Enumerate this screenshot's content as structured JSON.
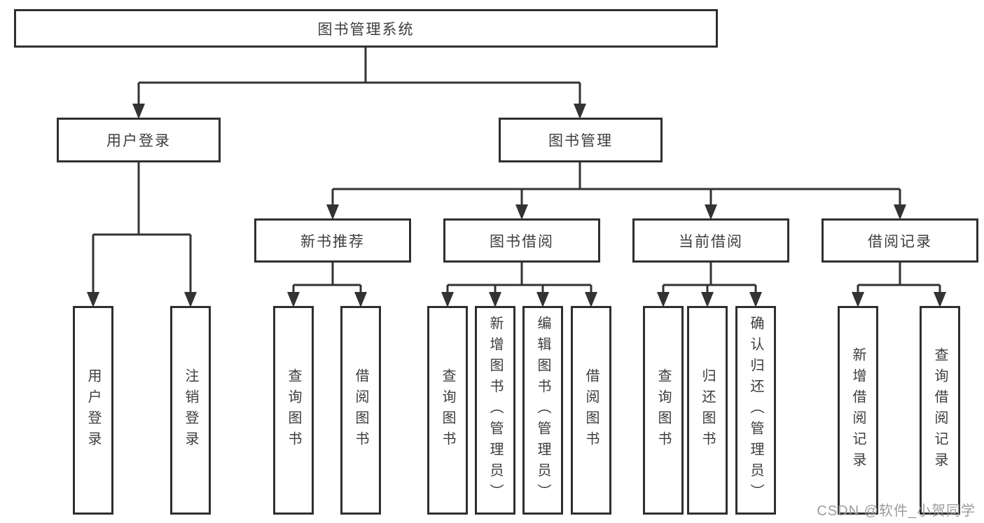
{
  "tree": {
    "root": {
      "label": "图书管理系统"
    },
    "level2": [
      {
        "label": "用户登录"
      },
      {
        "label": "图书管理"
      }
    ],
    "level3": [
      {
        "label": "新书推荐",
        "parent": "图书管理"
      },
      {
        "label": "图书借阅",
        "parent": "图书管理"
      },
      {
        "label": "当前借阅",
        "parent": "图书管理"
      },
      {
        "label": "借阅记录",
        "parent": "图书管理"
      }
    ],
    "leaves": [
      {
        "label": "用户登录",
        "parent": "用户登录"
      },
      {
        "label": "注销登录",
        "parent": "用户登录"
      },
      {
        "label": "查询图书",
        "parent": "新书推荐"
      },
      {
        "label": "借阅图书",
        "parent": "新书推荐"
      },
      {
        "label": "查询图书",
        "parent": "图书借阅"
      },
      {
        "label": "新增图书（管理员）",
        "parent": "图书借阅"
      },
      {
        "label": "编辑图书（管理员）",
        "parent": "图书借阅"
      },
      {
        "label": "借阅图书",
        "parent": "图书借阅"
      },
      {
        "label": "查询图书",
        "parent": "当前借阅"
      },
      {
        "label": "归还图书",
        "parent": "当前借阅"
      },
      {
        "label": "确认归还（管理员）",
        "parent": "当前借阅"
      },
      {
        "label": "新增借阅记录",
        "parent": "借阅记录"
      },
      {
        "label": "查询借阅记录",
        "parent": "借阅记录"
      }
    ]
  },
  "watermark": {
    "text": "CSDN @软件_小贺同学"
  },
  "colors": {
    "line": "#333333",
    "box_border": "#2f2f2f",
    "box_fill": "#ffffff",
    "text": "#3d3d3d",
    "watermark": "#9c9c9c",
    "background": "#ffffff"
  }
}
